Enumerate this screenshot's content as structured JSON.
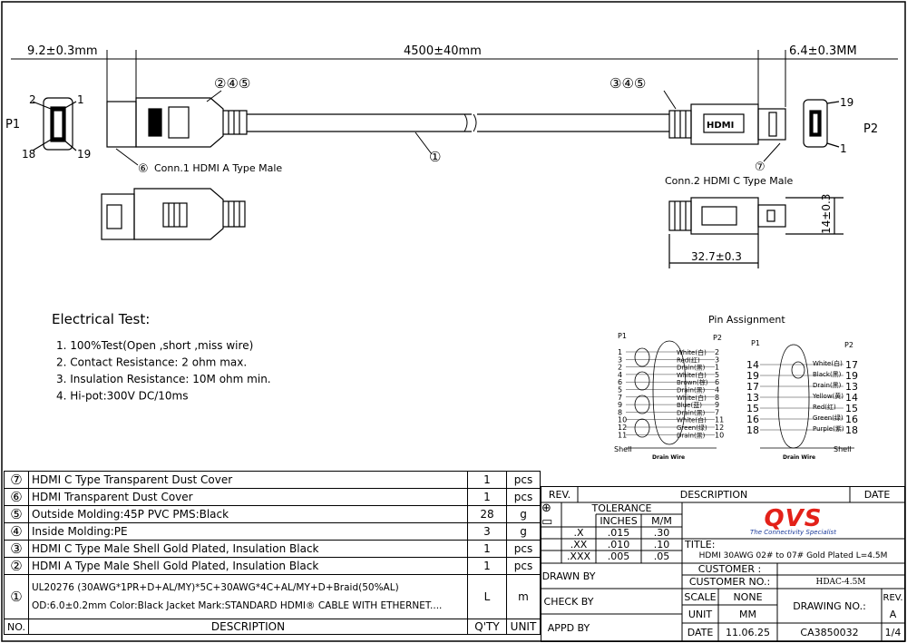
{
  "dims": {
    "left_plug": "9.2±0.3mm",
    "length": "4500±40mm",
    "right_plug": "6.4±0.3MM",
    "height_c": "14±0.3",
    "length_c": "32.7±0.3"
  },
  "conn": {
    "p1": "P1",
    "p2": "P2",
    "conn1": "Conn.1  HDMI A Type Male",
    "conn2": "Conn.2  HDMI C Type Male",
    "hdmi_logo": "HDMI",
    "pin_left_top": "2",
    "pin_left_top2": "1",
    "pin_left_bot": "18",
    "pin_left_bot2": "19",
    "pin_right_top": "19",
    "pin_right_bot": "1",
    "callout_left": "②④⑤",
    "callout_right": "③④⑤",
    "callout_cable": "①",
    "callout_6": "⑥",
    "callout_7": "⑦"
  },
  "electrical": {
    "title": "Electrical Test:",
    "items": [
      "1. 100%Test(Open ,short ,miss wire)",
      "2. Contact Resistance: 2 ohm max.",
      "3. Insulation Resistance: 10M ohm min.",
      "4. Hi-pot:300V DC/10ms"
    ]
  },
  "pin_assignment": {
    "title": "Pin Assignment",
    "p1": "P1",
    "p2": "P2",
    "shell": "Shell",
    "drain": "Drain Wire",
    "left_p1": [
      "1",
      "3",
      "2",
      "4",
      "6",
      "5",
      "7",
      "9",
      "8",
      "10",
      "12",
      "11"
    ],
    "left_p2": [
      "2",
      "3",
      "1",
      "5",
      "6",
      "4",
      "8",
      "9",
      "7",
      "11",
      "12",
      "10"
    ],
    "left_wires": [
      "White(白)",
      "Red(红)",
      "Drain(黑)",
      "White(白)",
      "Brown(棕)",
      "Drain(黑)",
      "White(白)",
      "Blue(蓝)",
      "Drain(黑)",
      "White(白)",
      "Green(绿)",
      "Drain(黑)"
    ],
    "right_p1": [
      "14",
      "19",
      "17",
      "13",
      "15",
      "16",
      "18"
    ],
    "right_p2": [
      "17",
      "19",
      "13",
      "14",
      "15",
      "16",
      "18"
    ],
    "right_wires": [
      "White(白)",
      "Black(黑)",
      "Drain(黑)",
      "Yellow(黄)",
      "Red(红)",
      "Green(绿)",
      "Purple(紫)"
    ]
  },
  "bom": {
    "rows": [
      {
        "no": "⑦",
        "desc": "HDMI C Type Transparent Dust Cover",
        "qty": "1",
        "unit": "pcs"
      },
      {
        "no": "⑥",
        "desc": "HDMI Transparent Dust Cover",
        "qty": "1",
        "unit": "pcs"
      },
      {
        "no": "⑤",
        "desc": "Outside Molding:45P PVC PMS:Black",
        "qty": "28",
        "unit": "g"
      },
      {
        "no": "④",
        "desc": "Inside Molding:PE",
        "qty": "3",
        "unit": "g"
      },
      {
        "no": "③",
        "desc": "HDMI C Type Male Shell Gold Plated, Insulation Black",
        "qty": "1",
        "unit": "pcs"
      },
      {
        "no": "②",
        "desc": "HDMI A Type Male Shell Gold Plated, Insulation Black",
        "qty": "1",
        "unit": "pcs"
      }
    ],
    "cable_no": "①",
    "cable_line1": "UL20276 (30AWG*1PR+D+AL/MY)*5C+30AWG*4C+AL/MY+D+Braid(50%AL)",
    "cable_line2": "OD:6.0±0.2mm Color:Black Jacket Mark:STANDARD HDMI® CABLE WITH ETHERNET....",
    "cable_qty": "L",
    "cable_unit": "m",
    "hdr_no": "NO.",
    "hdr_desc": "DESCRIPTION",
    "hdr_qty": "Q'TY",
    "hdr_unit": "UNIT"
  },
  "title_block": {
    "rev": "REV.",
    "description": "DESCRIPTION",
    "date": "DATE",
    "tolerance": "TOLERANCE",
    "inches": "INCHES",
    "mm": "M/M",
    "tol_rows": [
      {
        "p": ".X",
        "in": ".015",
        "mm": ".30"
      },
      {
        "p": ".XX",
        "in": ".010",
        "mm": ".10"
      },
      {
        "p": ".XXX",
        "in": ".005",
        "mm": ".05"
      }
    ],
    "logo": "QVS",
    "tagline": "The Connectivity Specialist",
    "title_label": "TITLE:",
    "title": "HDMI 30AWG 02# to 07# Gold Plated L=4.5M",
    "customer_label": "CUSTOMER :",
    "customer_no_label": "CUSTOMER NO.:",
    "customer_no": "HDAC-4.5M",
    "drawn_by": "DRAWN BY",
    "check_by": "CHECK BY",
    "appd_by": "APPD BY",
    "scale_label": "SCALE",
    "scale": "NONE",
    "unit_label": "UNIT",
    "unit": "MM",
    "date_label": "DATE",
    "date_val": "11.06.25",
    "drawing_no_label": "DRAWING NO.:",
    "drawing_no": "CA3850032",
    "rev_label": "REV.",
    "rev_val": "A",
    "sheet": "1/4"
  }
}
